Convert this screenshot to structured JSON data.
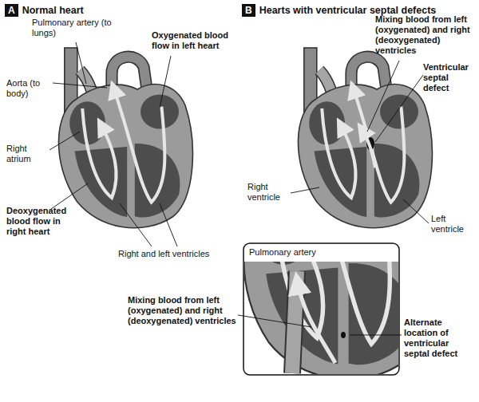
{
  "diagram": {
    "nodes": [
      {
        "text": [
          "A",
          "Normal heart"
        ]
      },
      {
        "text": [
          "B",
          "Hearts with ventricular septal defects"
        ]
      }
    ],
    "labels": [
      "Pulmonary artery (to lungs)",
      "Aorta (to body)",
      "Oxygenated blood flow in left heart",
      "Right atrium",
      "Deoxygenated blood flow in right heart",
      "Right and left ventricles",
      "Mixing blood from left (oxygenated) and right (deoxygenated) ventricles",
      "Ventricular septal defect",
      "Right ventricle",
      "Left ventricle",
      "Pulmonary artery",
      "Mixing blood from left (oxygenated) and right (deoxygenated) ventricles",
      "Alternate location of ventricular septal defect"
    ]
  }
}
